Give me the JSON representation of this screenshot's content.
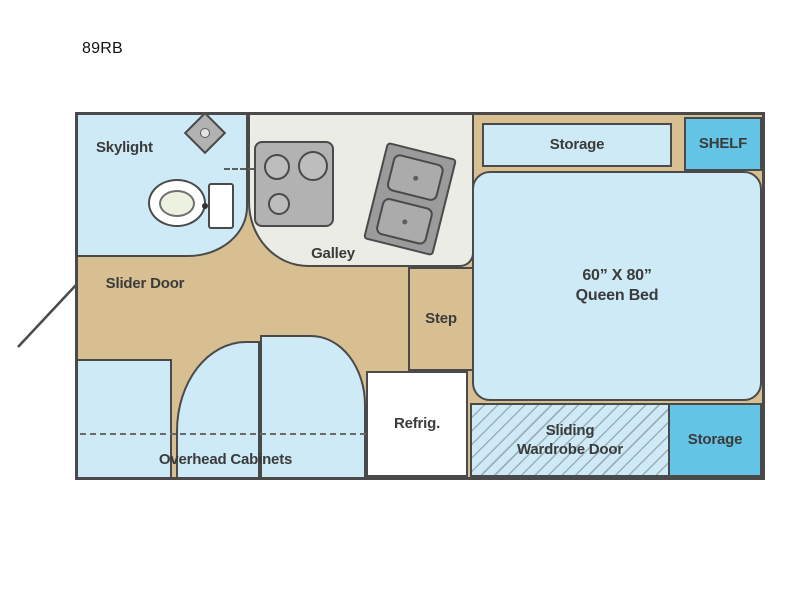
{
  "title": "89RB",
  "labels": {
    "skylight": "Skylight",
    "slider_door": "Slider Door",
    "galley": "Galley",
    "step": "Step",
    "storage_top": "Storage",
    "shelf": "SHELF",
    "bed_size": "60” X 80”",
    "bed_name": "Queen Bed",
    "refrigerator": "Refrig.",
    "wardrobe_line1": "Sliding",
    "wardrobe_line2": "Wardrobe Door",
    "storage_bottom": "Storage",
    "overhead_cabinets": "Overhead Cabinets"
  },
  "colors": {
    "floor": "#d8bf92",
    "area-blue": "#cdeaf6",
    "accent-blue": "#64c4e6",
    "counter": "#ebece6",
    "fixture": "#b2b2b2",
    "sink": "#9b9b9b",
    "outline": "#4a4a4a",
    "text": "#3b3b3b",
    "white": "#ffffff"
  }
}
